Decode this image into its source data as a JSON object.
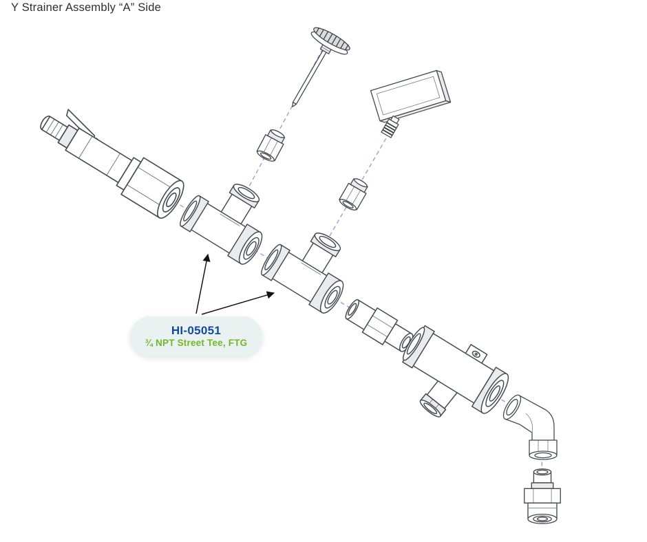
{
  "page": {
    "title": "Y Strainer Assembly “A” Side"
  },
  "callout": {
    "part_number": "HI-05051",
    "description": "¾ NPT Street Tee, FTG"
  },
  "diagram": {
    "parts": [
      "hose-coupler",
      "probe-thermometer",
      "dial-thermometer-panel",
      "thermometer-fitting",
      "hex-bushing-1",
      "hex-bushing-2",
      "street-tee-1",
      "street-tee-2",
      "pipe-coupling",
      "y-strainer-body",
      "street-elbow",
      "hose-barb-fitting"
    ]
  },
  "colors": {
    "title_text": "#2e2e2e",
    "part_number_text": "#17479e",
    "description_text": "#74b62a",
    "callout_bg": "#e9f2f0",
    "centerline": "#97a0dc",
    "outline": "#454a50",
    "arrow": "#141414"
  }
}
